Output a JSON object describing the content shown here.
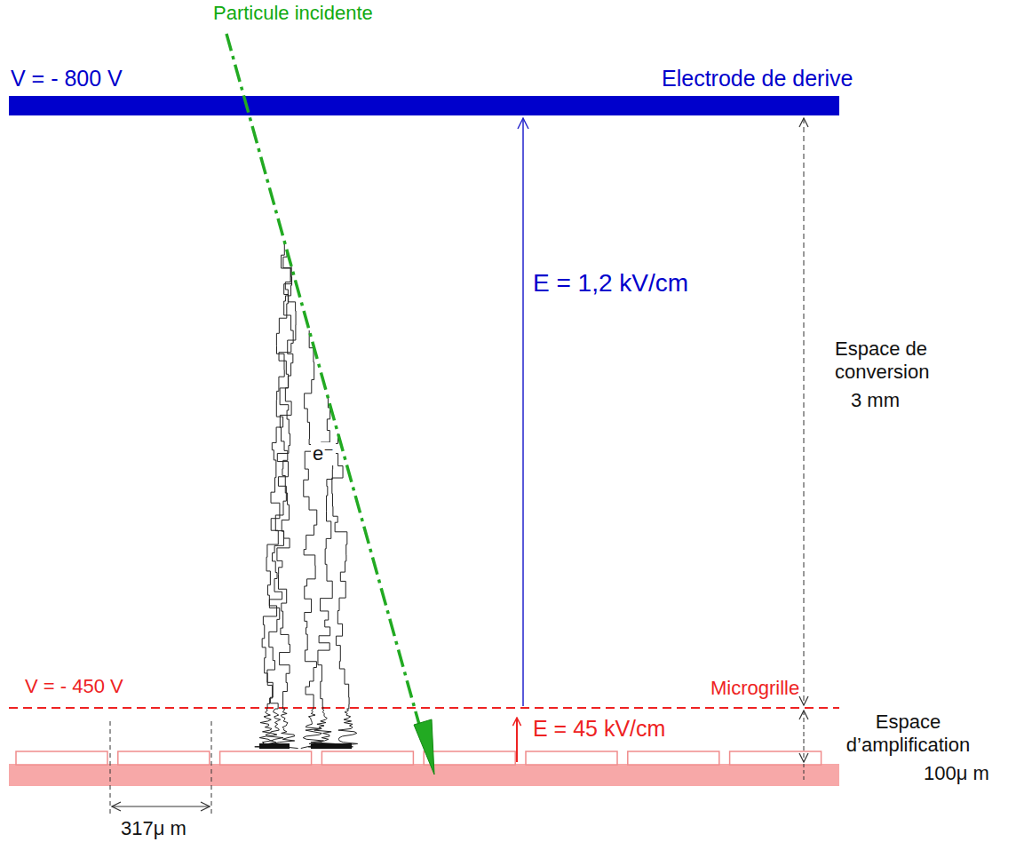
{
  "diagram": {
    "labels": [
      "Particule incidente",
      "V = - 800 V",
      "Electrode de derive",
      "E = 1,2 kV/cm",
      "Espace de conversion",
      "3 mm",
      "e⁻",
      "V = - 450 V",
      "Microgrille",
      "E = 45 kV/cm",
      "Espace d’amplification",
      "100μ m",
      "317μ m"
    ]
  }
}
